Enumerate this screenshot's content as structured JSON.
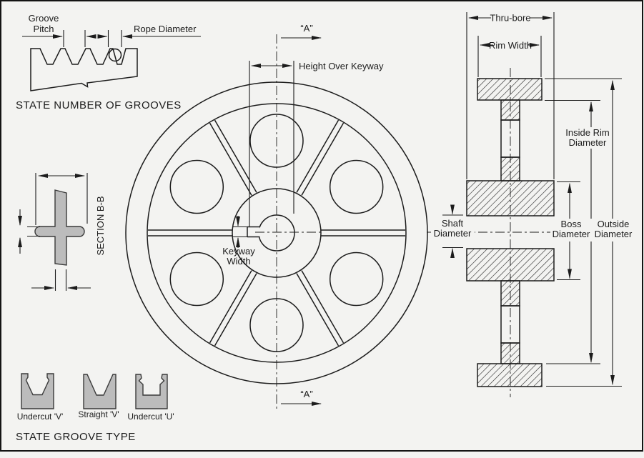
{
  "colors": {
    "background": "#f3f3f1",
    "line": "#1c1c1c",
    "gray_fill": "#bcbcbc"
  },
  "groove_detail": {
    "pitch_label_1": "Groove",
    "pitch_label_2": "Pitch",
    "rope_label": "Rope Diameter",
    "caption": "STATE NUMBER OF GROOVES"
  },
  "section_bb": {
    "label": "SECTION B-B"
  },
  "front_view": {
    "keyway_1": "Keyway",
    "keyway_2": "Width",
    "height_over_keyway": "Height Over Keyway",
    "section_a_top": "“A”",
    "section_a_bottom": "“A”"
  },
  "side_view": {
    "thru_bore": "Thru-bore",
    "rim_width": "Rim Width",
    "inside_rim_1": "Inside Rim",
    "inside_rim_2": "Diameter",
    "outside_1": "Outside",
    "outside_2": "Diameter",
    "boss_1": "Boss",
    "boss_2": "Diameter",
    "shaft_1": "Shaft",
    "shaft_2": "Diameter"
  },
  "groove_types": {
    "items": [
      {
        "label": "Undercut 'V'"
      },
      {
        "label": "Straight 'V'"
      },
      {
        "label": "Undercut 'U'"
      }
    ],
    "caption": "STATE GROOVE TYPE"
  }
}
